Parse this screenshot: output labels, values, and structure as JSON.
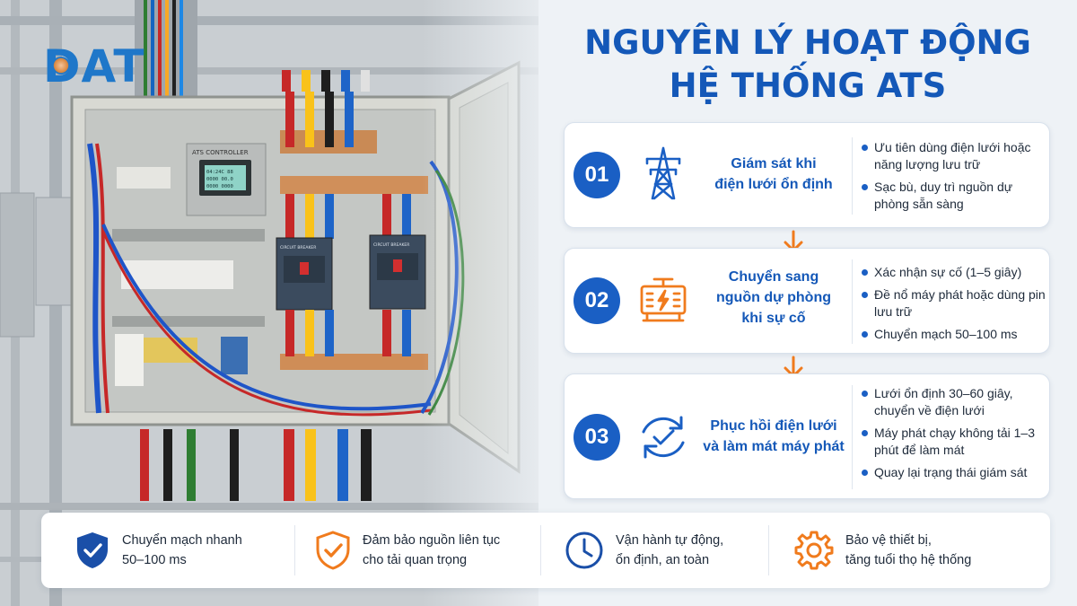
{
  "brand": {
    "logo_text": "DAT"
  },
  "title": {
    "line1": "NGUYÊN LÝ HOẠT ĐỘNG",
    "line2": "HỆ THỐNG ATS"
  },
  "panel": {
    "controller_label": "ATS CONTROLLER",
    "screen_line1": "04:24C 88",
    "screen_line2": "0000 00.0",
    "screen_line3": "0000 0000",
    "breaker_left": "CIRCUIT BREAKER",
    "breaker_right": "CIRCUIT BREAKER"
  },
  "steps": [
    {
      "number": "01",
      "icon": "transmission-tower-icon",
      "title_line1": "Giám sát khi",
      "title_line2": "điện lưới ổn định",
      "title_line3": "",
      "bullets": [
        "Ưu tiên dùng điện lưới hoặc năng lượng lưu trữ",
        "Sạc bù, duy trì nguồn dự phòng sẵn sàng"
      ]
    },
    {
      "number": "02",
      "icon": "generator-icon",
      "title_line1": "Chuyển sang",
      "title_line2": "nguồn dự phòng",
      "title_line3": "khi sự cố",
      "bullets": [
        "Xác nhận sự cố (1–5 giây)",
        "Đề nổ máy phát hoặc dùng pin lưu trữ",
        "Chuyển mạch 50–100 ms"
      ]
    },
    {
      "number": "03",
      "icon": "refresh-check-icon",
      "title_line1": "Phục hồi điện lưới",
      "title_line2": "và làm mát máy phát",
      "title_line3": "",
      "bullets": [
        "Lưới ổn định 30–60 giây, chuyển về điện lưới",
        "Máy phát chạy không tải 1–3 phút để làm mát",
        "Quay lại trạng thái giám sát"
      ]
    }
  ],
  "features": [
    {
      "icon": "shield-check-icon",
      "line1": "Chuyển mạch nhanh",
      "line2": "50–100 ms"
    },
    {
      "icon": "shield-check-orange-icon",
      "line1": "Đảm bảo nguồn liên tục",
      "line2": "cho tải quan trọng"
    },
    {
      "icon": "clock-icon",
      "line1": "Vận hành tự động,",
      "line2": "ổn định, an toàn"
    },
    {
      "icon": "gear-icon",
      "line1": "Bảo vệ thiết bị,",
      "line2": "tăng tuổi thọ hệ thống"
    }
  ],
  "colors": {
    "primary_blue": "#1a5fc4",
    "title_blue": "#1458b8",
    "accent_orange": "#f07b1d",
    "text_dark": "#1e2a3a"
  }
}
